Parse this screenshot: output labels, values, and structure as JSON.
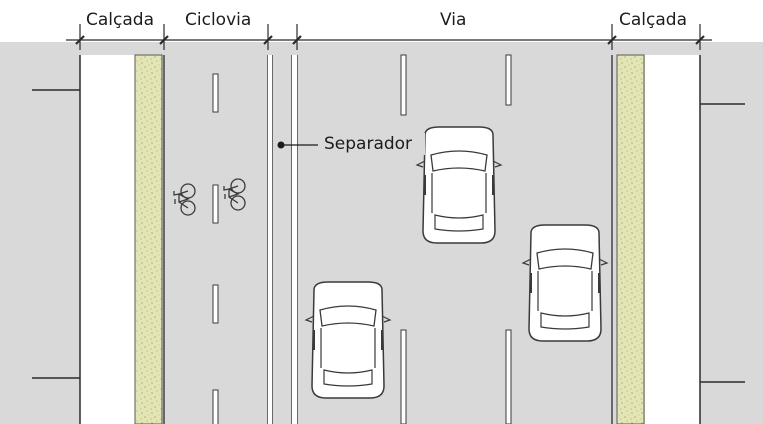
{
  "labels": {
    "sidewalk_left": "Calçada",
    "bike_lane": "Ciclovia",
    "road": "Via",
    "sidewalk_right": "Calçada",
    "separator": "Separador"
  },
  "icons": [
    "bicycle-icon",
    "car-icon"
  ],
  "colors": {
    "road": "#d9d9d9",
    "sidewalk": "#ffffff",
    "planting_strip": "#e3e6b4",
    "outline": "#3a3a3a",
    "lane_marking": "#ffffff"
  }
}
